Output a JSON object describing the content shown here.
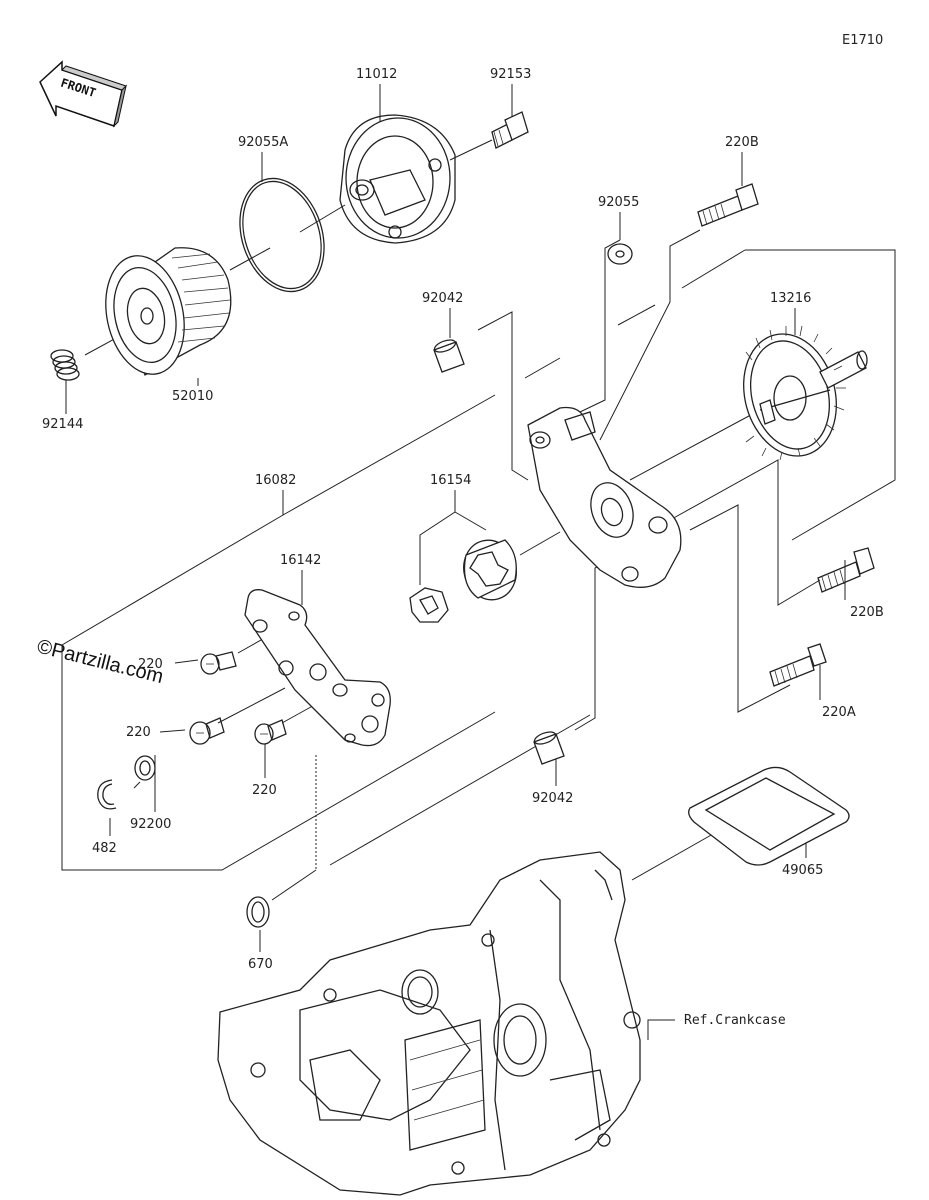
{
  "diagram_code": "E1710",
  "front_label": "FRONT",
  "watermark": "©Partzilla.com",
  "parts": {
    "p11012": "11012",
    "p92153": "92153",
    "p92055A": "92055A",
    "p220B_top": "220B",
    "p92055": "92055",
    "p13216": "13216",
    "p92042_top": "92042",
    "p52010": "52010",
    "p92144": "92144",
    "p16082": "16082",
    "p16154": "16154",
    "p16142": "16142",
    "p220B_right": "220B",
    "p220A": "220A",
    "p220_a": "220",
    "p220_b": "220",
    "p220_c": "220",
    "p92200": "92200",
    "p482": "482",
    "p92042_bottom": "92042",
    "p49065": "49065",
    "p670": "670"
  },
  "ref_label": "Ref.Crankcase"
}
